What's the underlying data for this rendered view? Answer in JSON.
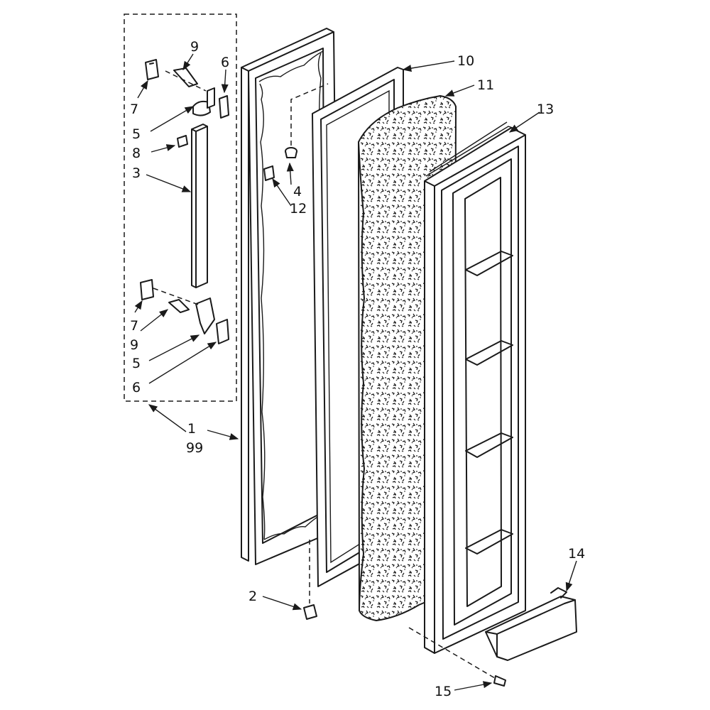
{
  "diagram": {
    "callouts": {
      "c1": "1",
      "c99": "99",
      "c2": "2",
      "c3": "3",
      "c4": "4",
      "c5_top": "5",
      "c5_bot": "5",
      "c6_top": "6",
      "c6_bot": "6",
      "c7_top": "7",
      "c7_bot": "7",
      "c8": "8",
      "c9_top": "9",
      "c9_bot": "9",
      "c10": "10",
      "c11": "11",
      "c12": "12",
      "c13": "13",
      "c14": "14",
      "c15": "15"
    },
    "colors": {
      "ink": "#1a1a1a",
      "paper": "#ffffff"
    }
  }
}
